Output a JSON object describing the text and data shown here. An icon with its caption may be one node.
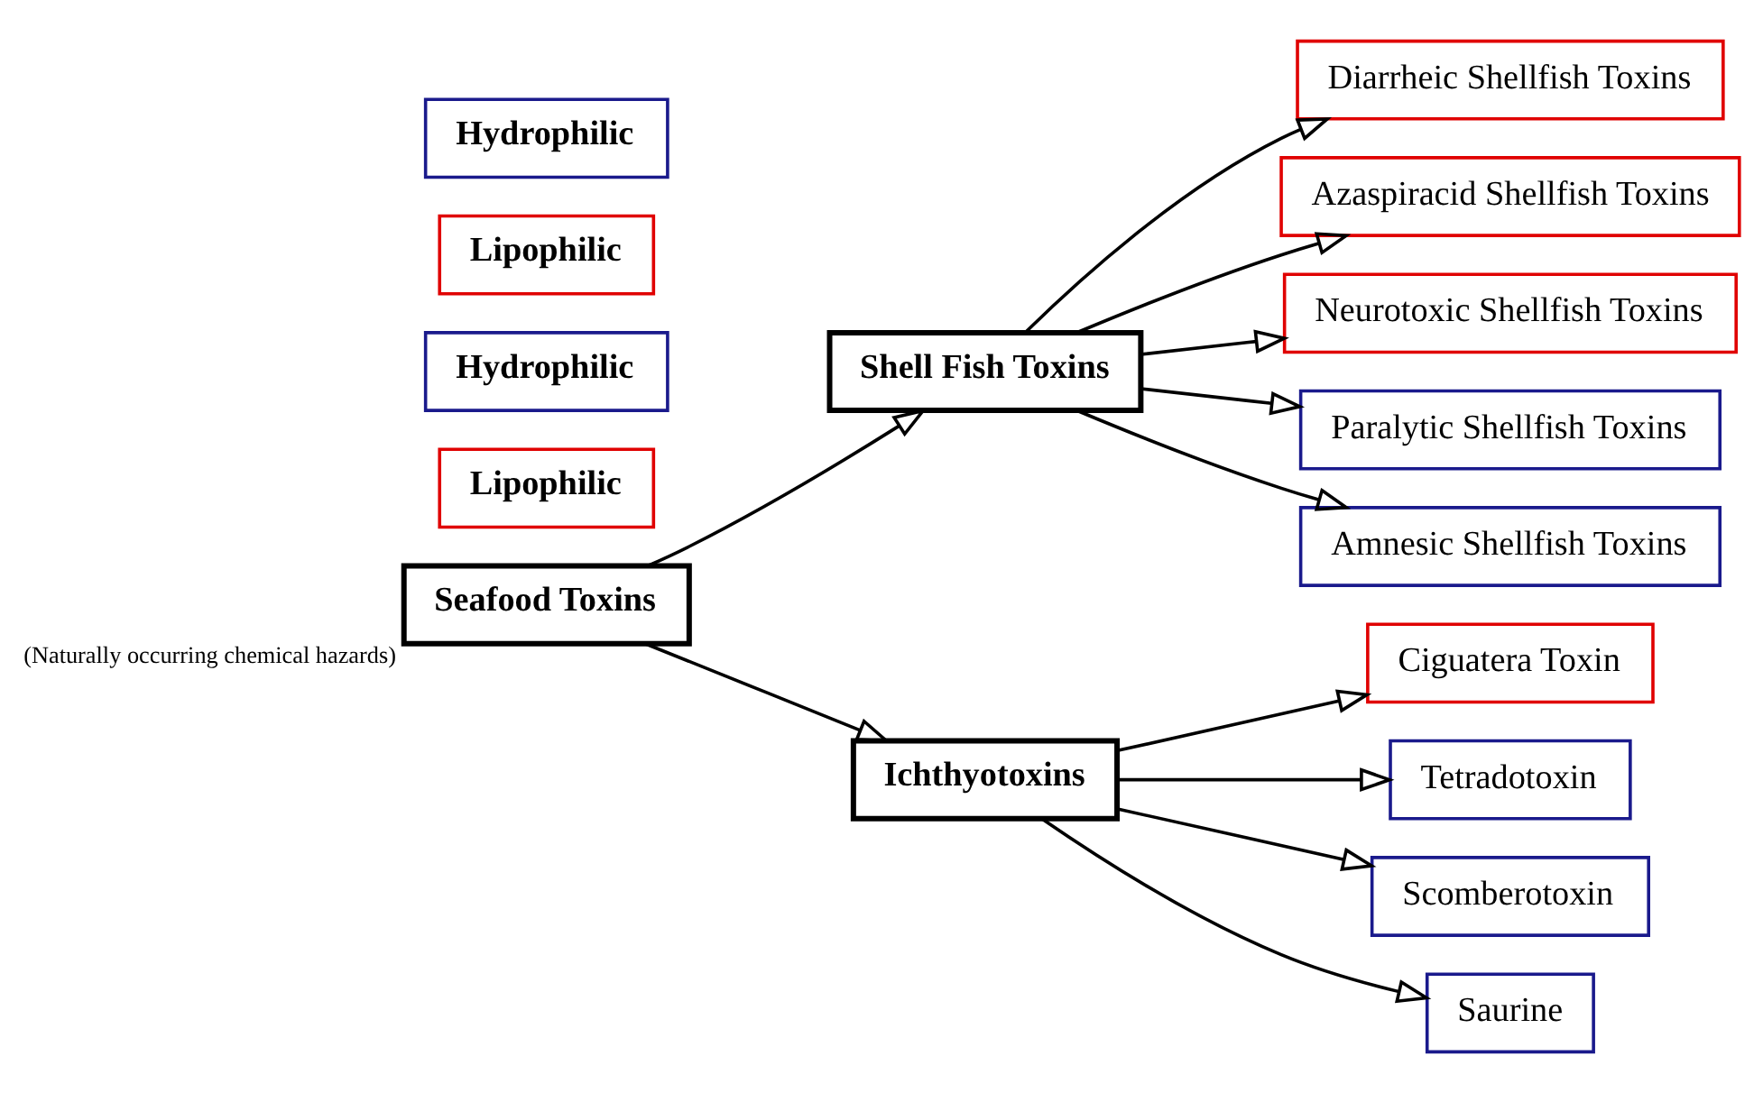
{
  "diagram": {
    "nodes": [
      {
        "text": [
          "Seafood Toxins"
        ],
        "beside": [
          "(Naturally occurring chemical hazards)"
        ]
      },
      {
        "text": [
          "Shell Fish Toxins"
        ]
      },
      {
        "text": [
          "Ichthyotoxins"
        ]
      },
      {
        "text": [
          "Lipophilic"
        ]
      },
      {
        "text": [
          "Hydrophilic"
        ]
      },
      {
        "text": [
          "Diarrheic Shellfish Toxins"
        ]
      },
      {
        "text": [
          "Azaspiracid Shellfish Toxins"
        ]
      },
      {
        "text": [
          "Neurotoxic Shellfish Toxins"
        ]
      },
      {
        "text": [
          "Paralytic Shellfish Toxins"
        ]
      },
      {
        "text": [
          "Amnesic Shellfish Toxins"
        ]
      },
      {
        "text": [
          "Ciguatera Toxin"
        ]
      },
      {
        "text": [
          "Tetradotoxin"
        ]
      },
      {
        "text": [
          "Scomberotoxin"
        ]
      },
      {
        "text": [
          "Saurine"
        ]
      },
      {
        "text": [
          "Lipophilic"
        ]
      },
      {
        "text": [
          "Hydrophilic"
        ]
      }
    ],
    "edges": [
      {
        "from": 0,
        "to": 1,
        "arrow": "to"
      },
      {
        "from": 0,
        "to": 2,
        "arrow": "to"
      },
      {
        "from": 1,
        "to": 5,
        "arrow": "to"
      },
      {
        "from": 1,
        "to": 6,
        "arrow": "to"
      },
      {
        "from": 1,
        "to": 7,
        "arrow": "to"
      },
      {
        "from": 1,
        "to": 8,
        "arrow": "to"
      },
      {
        "from": 1,
        "to": 9,
        "arrow": "to"
      },
      {
        "from": 2,
        "to": 10,
        "arrow": "to"
      },
      {
        "from": 2,
        "to": 11,
        "arrow": "to"
      },
      {
        "from": 2,
        "to": 12,
        "arrow": "to"
      },
      {
        "from": 2,
        "to": 13,
        "arrow": "to"
      }
    ]
  }
}
